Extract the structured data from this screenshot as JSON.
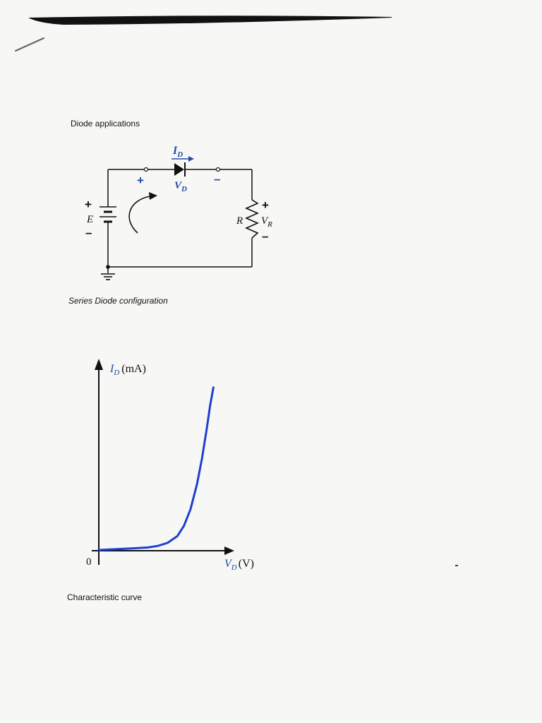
{
  "document": {
    "heading": "Diode applications",
    "figure1_caption": "Series Diode configuration",
    "figure2_caption": "Characteristic curve"
  },
  "circuit": {
    "current_label": "I",
    "current_sub": "D",
    "diode_voltage_label": "V",
    "diode_voltage_sub": "D",
    "plus": "+",
    "minus": "–",
    "source_label": "E",
    "resistor_label": "R",
    "resistor_voltage_label": "V",
    "resistor_voltage_sub": "R",
    "annotation_color": "#1f4fa8"
  },
  "chart_data": {
    "type": "line",
    "ylabel": "I",
    "ylabel_sub": "D",
    "ylabel_unit": "(mA)",
    "xlabel": "V",
    "xlabel_sub": "D",
    "xlabel_unit": "(V)",
    "origin_label": "0",
    "series_color": "#1f3fd0",
    "curve": [
      [
        0.0,
        0.0
      ],
      [
        0.1,
        0.3
      ],
      [
        0.2,
        0.6
      ],
      [
        0.3,
        1.0
      ],
      [
        0.36,
        1.6
      ],
      [
        0.42,
        2.8
      ],
      [
        0.48,
        5.5
      ],
      [
        0.52,
        9.5
      ],
      [
        0.56,
        16.0
      ],
      [
        0.6,
        26.0
      ],
      [
        0.63,
        36.0
      ],
      [
        0.66,
        48.0
      ],
      [
        0.68,
        57.0
      ],
      [
        0.7,
        64.0
      ]
    ],
    "xlim": [
      0,
      1.0
    ],
    "ylim": [
      0,
      70
    ]
  }
}
